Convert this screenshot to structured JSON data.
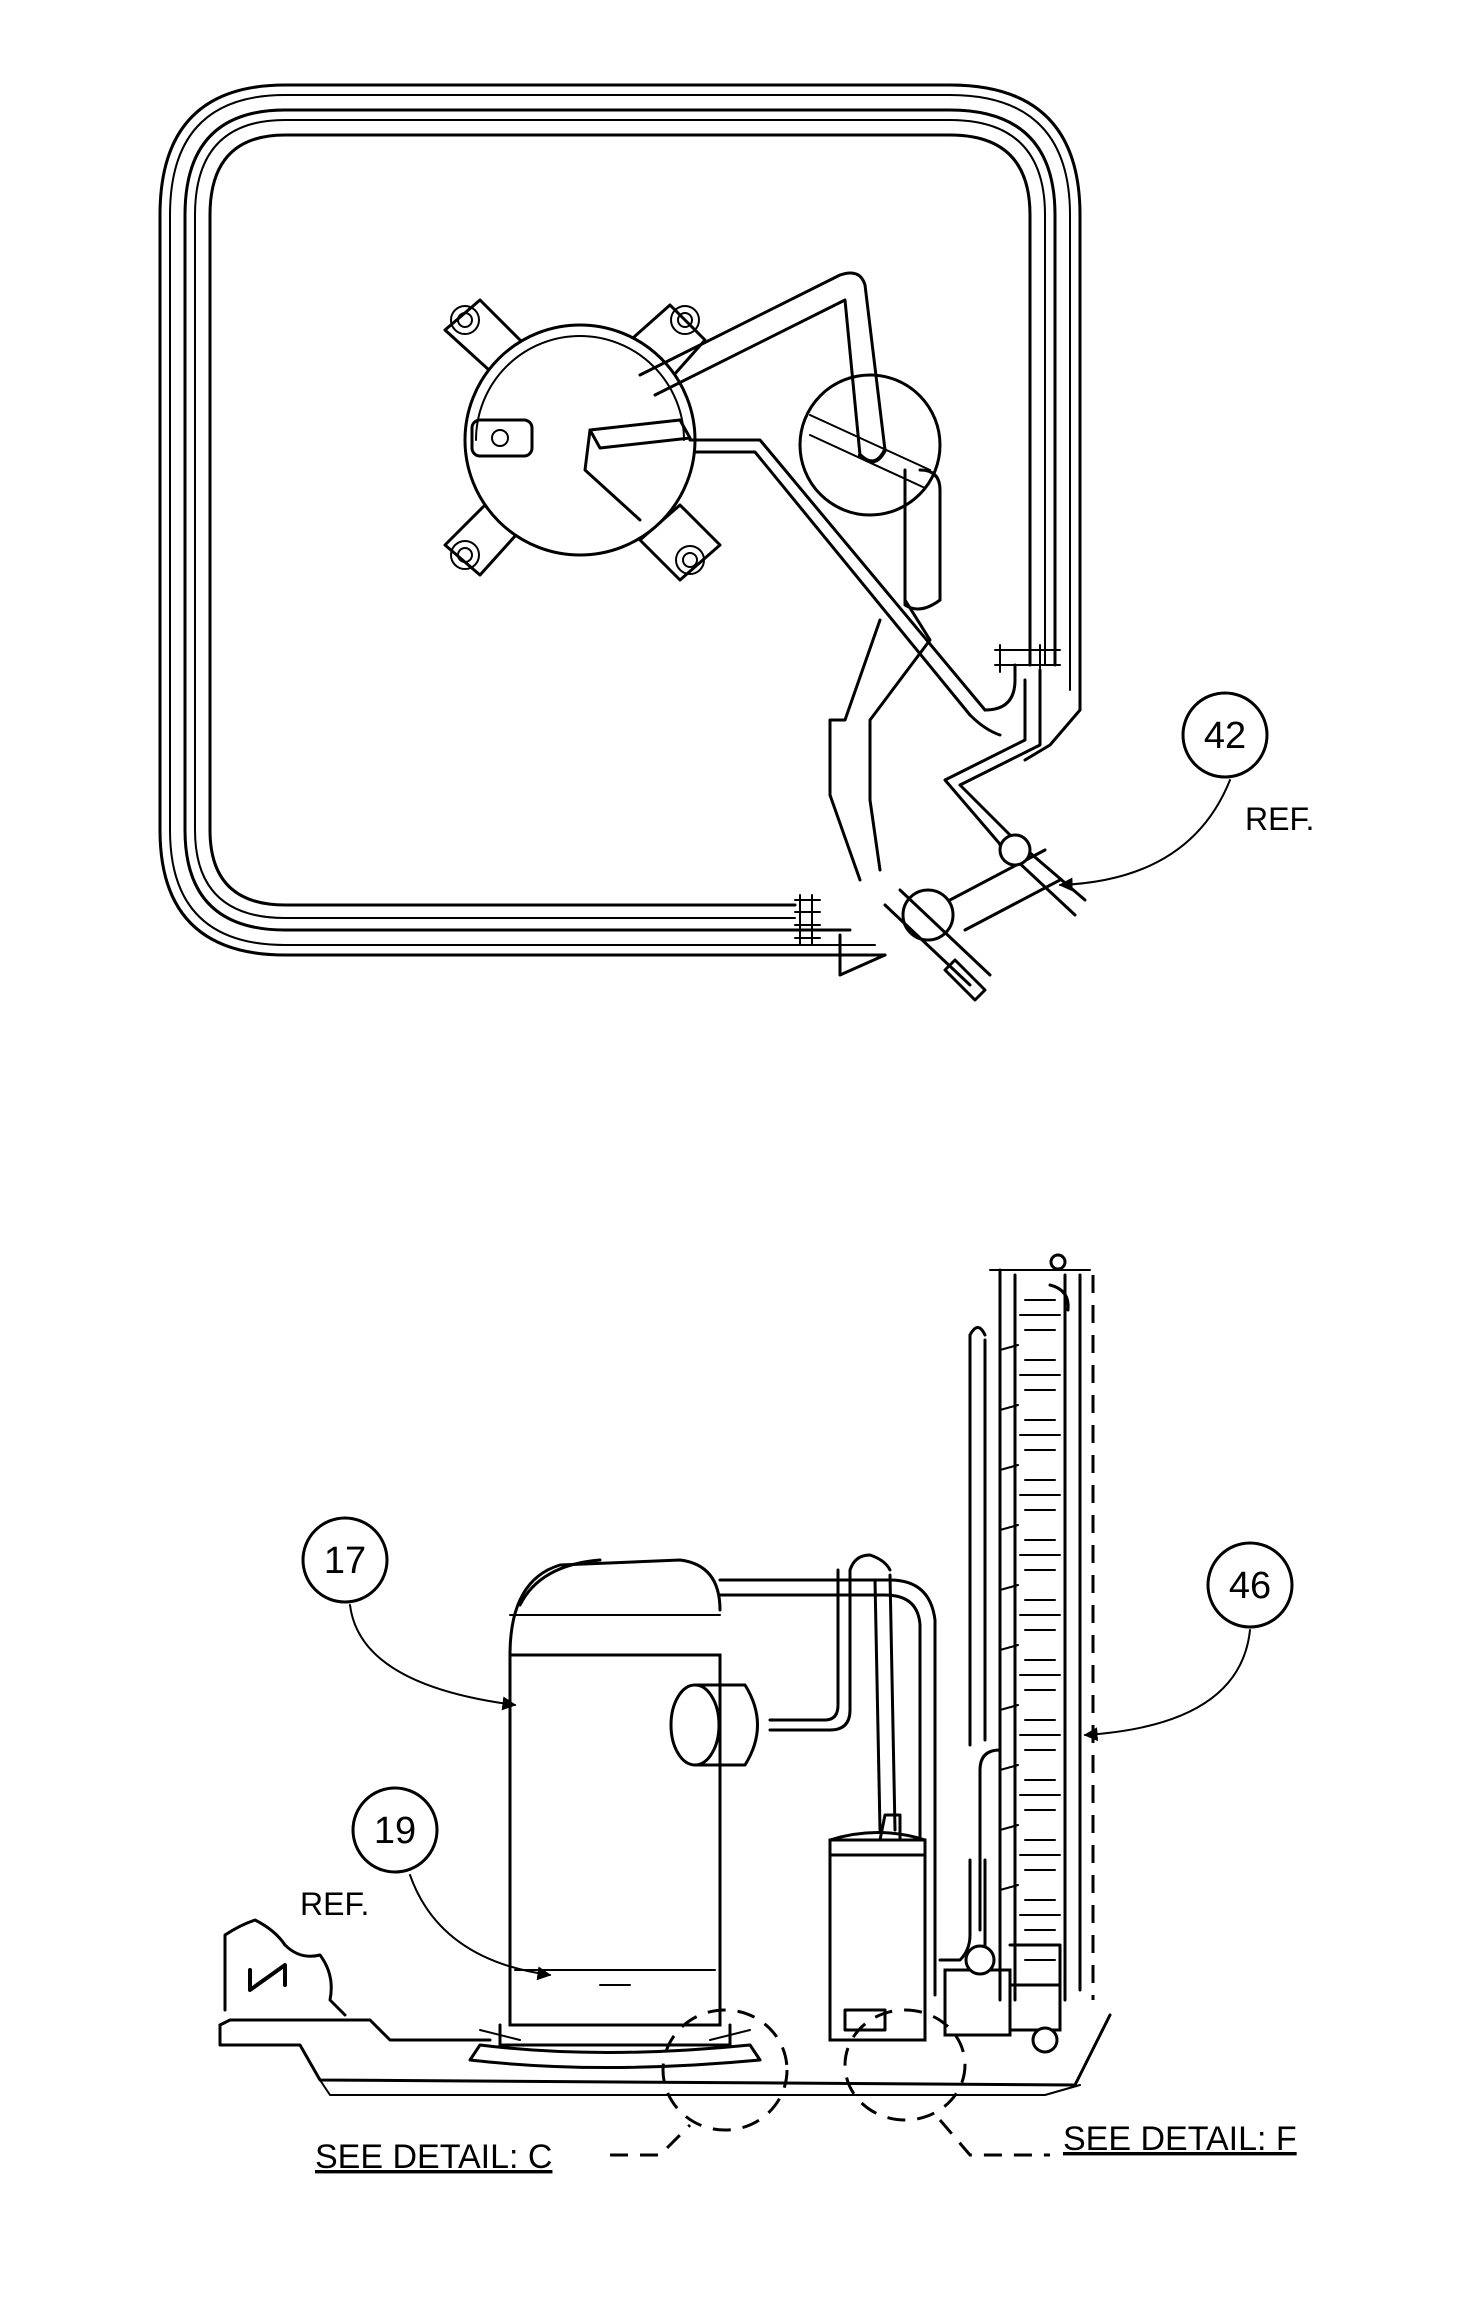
{
  "callouts": {
    "c42": {
      "number": "42",
      "ref": "REF."
    },
    "c17": {
      "number": "17"
    },
    "c19": {
      "number": "19",
      "ref": "REF."
    },
    "c46": {
      "number": "46"
    }
  },
  "details": {
    "c": "SEE DETAIL: C",
    "f": "SEE DETAIL: F"
  }
}
